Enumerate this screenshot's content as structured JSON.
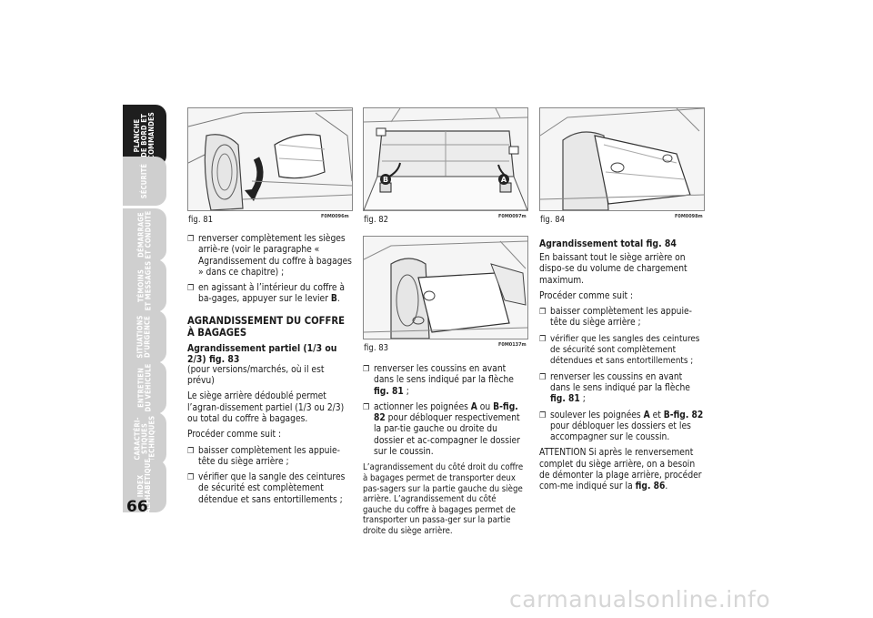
{
  "sidebar": {
    "tabs": [
      {
        "label": "PLANCHE\nDE BORD ET\nCOMMANDES",
        "active": true
      },
      {
        "label": "SÉCURITÉ",
        "active": false
      },
      {
        "label": "DÉMARRAGE\nET CONDUITE",
        "active": false
      },
      {
        "label": "TÉMOINS\nET MESSAGES",
        "active": false
      },
      {
        "label": "SITUATIONS\nD’URGENCE",
        "active": false
      },
      {
        "label": "ENTRETIEN\nDU VÉHICULE",
        "active": false
      },
      {
        "label": "CARACTÉRI-\nSTIQUES\nTECHNIQUES",
        "active": false
      },
      {
        "label": "INDEX\nALPHABÉTIQUE",
        "active": false
      }
    ]
  },
  "page_number": "66",
  "figures": {
    "fig81": {
      "caption": "fig. 81",
      "code": "F0M0096m"
    },
    "fig82": {
      "caption": "fig. 82",
      "code": "F0M0097m",
      "label_b": "B",
      "label_a": "A"
    },
    "fig84": {
      "caption": "fig. 84",
      "code": "F0M0098m"
    },
    "fig83": {
      "caption": "fig. 83",
      "code": "F0M0137m"
    }
  },
  "col1": {
    "bullet1": "renverser complètement les sièges arriè-re (voir le paragraphe « Agrandissement du coffre à bagages » dans ce chapitre) ;",
    "bullet2_pre": "en agissant à l’intérieur du coffre à ba-gages, appuyer sur le levier ",
    "bullet2_key": "B",
    "bullet2_post": ".",
    "heading": "AGRANDISSEMENT DU COFFRE À BAGAGES",
    "subheading": "Agrandissement partiel (1/3 ou 2/3) fig. 83",
    "subnote": "(pour versions/marchés, où il est prévu)",
    "para1": "Le siège arrière dédoublé permet l’agran-dissement partiel (1/3 ou 2/3) ou total du coffre à bagages.",
    "para2": "Procéder comme suit :",
    "bullet3": "baisser complètement les appuie-tête du siège arrière ;",
    "bullet4": "vérifier que la sangle des ceintures de sécurité est complètement détendue et sans entortillements ;"
  },
  "col2": {
    "bullet1_pre": "renverser les coussins en avant dans le sens indiqué par la flèche ",
    "bullet1_ref": "fig. 81",
    "bullet1_post": " ;",
    "bullet2_pre": "actionner les poignées ",
    "bullet2_a": "A",
    "bullet2_mid": " ou ",
    "bullet2_ref": "B-fig. 82",
    "bullet2_post": " pour débloquer respectivement la par-tie gauche ou droite du dossier et ac-compagner le dossier sur le coussin.",
    "para1": "L’agrandissement du côté droit du coffre à bagages permet de transporter deux pas-sagers sur la partie gauche du siège arrière. L’agrandissement du côté gauche du coffre à bagages permet de transporter un passa-ger sur la partie droite du siège arrière."
  },
  "col3": {
    "heading": "Agrandissement total fig. 84",
    "para1": "En baissant tout le siège arrière on dispo-se du volume de chargement maximum.",
    "para2": "Procéder comme suit :",
    "bullet1": "baisser complètement les appuie-tête du siège arrière ;",
    "bullet2": "vérifier que les sangles des ceintures de sécurité sont complètement détendues et sans entortillements ;",
    "bullet3_pre": "renverser les coussins en avant dans le sens indiqué par la flèche ",
    "bullet3_ref": "fig. 81",
    "bullet3_post": " ;",
    "bullet4_pre": "soulever les poignées ",
    "bullet4_a": "A",
    "bullet4_mid": " et ",
    "bullet4_ref": "B-fig. 82",
    "bullet4_post": " pour débloquer les dossiers et les accompagner sur le coussin.",
    "para3_pre": "ATTENTION Si après le renversement complet du siège arrière, on a besoin de démonter la plage arrière, procéder com-me indiqué sur la ",
    "para3_ref": "fig. 86",
    "para3_post": "."
  },
  "watermark": "carmanualsonline.info"
}
